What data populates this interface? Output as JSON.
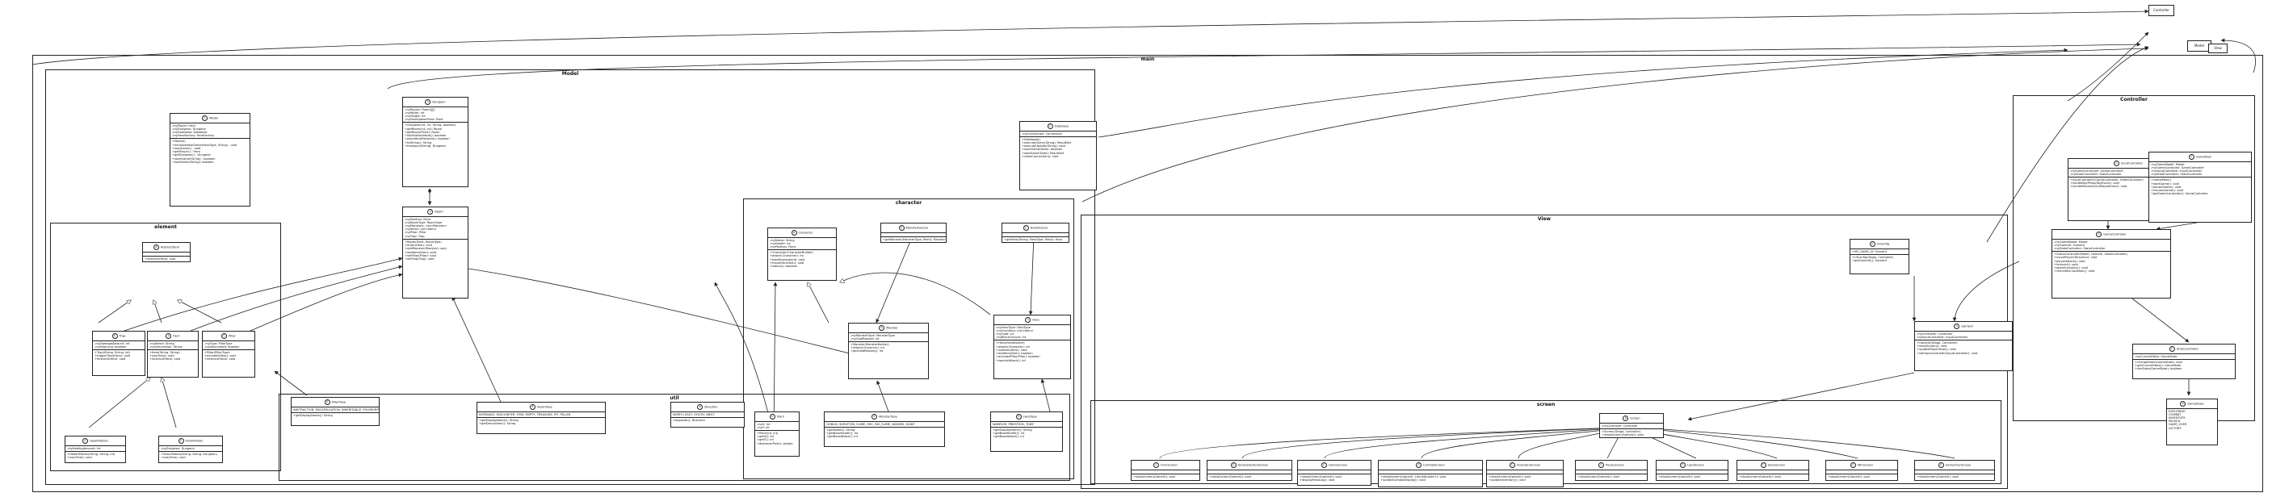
{
  "packages": [
    {
      "id": "pkg-main",
      "title": "main"
    },
    {
      "id": "pkg-model",
      "title": "Model"
    },
    {
      "id": "pkg-element",
      "title": "element"
    },
    {
      "id": "pkg-character",
      "title": "character"
    },
    {
      "id": "pkg-util",
      "title": "util"
    },
    {
      "id": "pkg-controller",
      "title": "Controller"
    },
    {
      "id": "pkg-view",
      "title": "View"
    },
    {
      "id": "pkg-screen",
      "title": "screen"
    }
  ],
  "classes": [
    {
      "id": "Model",
      "name": "Model",
      "kind": "C",
      "fields": [
        "-myPlayer: Hero",
        "-myDungeon: Dungeon",
        "-myDatabase: Database",
        "-myHeroFactory: HeroFactory"
      ],
      "methods": [
        "+Model()",
        "+initializeNewGame(HeroType, String) : void",
        "+loadGame() : void",
        "+getPlayer() : Hero",
        "+getDungeon() : Dungeon",
        "+saveGame(String) : boolean",
        "+loadGame(String): boolean"
      ]
    },
    {
      "id": "Dungeon",
      "name": "Dungeon",
      "kind": "C",
      "fields": [
        "-myRooms: Room[][]",
        "-myWidth: int",
        "-myHeight: int",
        "-myHeroSpawnPoint: Point"
      ],
      "methods": [
        "+Dungeon(int, int, String, boolean)",
        "+getRoom(int, int): Room",
        "+getRoom(Point): Room",
        "+isExitAttackable(): boolean",
        "+placeHeroRandom(): boolean",
        "+toString(): String",
        "+fromJson(String): Dungeon"
      ]
    },
    {
      "id": "Room",
      "name": "Room",
      "kind": "C",
      "fields": [
        "-myPosition: Point",
        "-myRoomType: RoomType",
        "-myMonsters: List<Monster>",
        "-myItems: List<Item>",
        "-myPillar: Pillar",
        "-myTrap: Trap"
      ],
      "methods": [
        "+Room(Point, RoomType)",
        "+enter(Hero): void",
        "+addMonster(Monster): void",
        "+addItem(Item): void",
        "+setPillar(Pillar): void",
        "+setTrap(Trap): void"
      ]
    },
    {
      "id": "Database",
      "name": "Database",
      "kind": "C",
      "fields": [
        "-myConnection: Connection"
      ],
      "methods": [
        "+Database()",
        "+executeQuery(String): ResultSet",
        "+executeUpdate(String): void",
        "+saveGame(Data): boolean",
        "+loadGame(Data): ResultSet",
        "+closeConnection(): void"
      ]
    },
    {
      "id": "AbstractItem",
      "name": "AbstractItem",
      "kind": "A",
      "fields": [],
      "methods": [
        "+interact(Hero): void"
      ]
    },
    {
      "id": "Trap",
      "name": "Trap",
      "kind": "C",
      "fields": [
        "-myDamageAmount: int",
        "-myIsSprung: boolean"
      ],
      "methods": [
        "+Trap(String, String, int)",
        "+triggerTrap(Hero): void",
        "+interact(Hero): void"
      ]
    },
    {
      "id": "Item",
      "name": "Item",
      "kind": "C",
      "fields": [
        "-myName: String",
        "-myDescription: String"
      ],
      "methods": [
        "+Item(String, String)",
        "+use(Hero): void",
        "+interact(Hero): void"
      ]
    },
    {
      "id": "Pillar",
      "name": "Pillar",
      "kind": "C",
      "fields": [
        "-myType: PillarType",
        "-myIsActivated: boolean"
      ],
      "methods": [
        "+Pillar(PillarType)",
        "+activate(Hero): void",
        "+interact(Hero): void"
      ]
    },
    {
      "id": "HealthPotion",
      "name": "HealthPotion",
      "kind": "C",
      "fields": [
        "-myHealingAmount: int"
      ],
      "methods": [
        "+HealthPotion(String, String, int)",
        "+use(Hero): void"
      ]
    },
    {
      "id": "VisionPotion",
      "name": "VisionPotion",
      "kind": "C",
      "fields": [
        "-myDungeon: Dungeon"
      ],
      "methods": [
        "+VisionPotion(String, String, Dungeon)",
        "+use(Hero): void"
      ]
    },
    {
      "id": "Character",
      "name": "Character",
      "kind": "A",
      "fields": [
        "-myName: String",
        "-myHealth: int",
        "-myPosition: Point"
      ],
      "methods": [
        "+Character(CharacterBuilder)",
        "+attack(Character): int",
        "+takeDamage(int): void",
        "+move(Direction): void",
        "+isAlive(): boolean"
      ]
    },
    {
      "id": "MonsterFactory",
      "name": "MonsterFactory",
      "kind": "C",
      "fields": [],
      "methods": [
        "+getMonster(MonsterType, Point): Monster"
      ]
    },
    {
      "id": "HeroFactory",
      "name": "HeroFactory",
      "kind": "C",
      "fields": [],
      "methods": [
        "+getHero(String, HeroType, Point): Hero"
      ]
    },
    {
      "id": "Monster",
      "name": "Monster",
      "kind": "C",
      "fields": [
        "-myMonsterType: MonsterType",
        "-myGoldReward: int"
      ],
      "methods": [
        "+Monster(MonsterBuilder)",
        "+attack(Character): int",
        "+getGoldReward(): int"
      ]
    },
    {
      "id": "Hero",
      "name": "Hero",
      "kind": "C",
      "fields": [
        "-myHeroType: HeroType",
        "-myInventory: List<Item>",
        "-myGold: int",
        "-myBlockChance: int"
      ],
      "methods": [
        "+Hero(HeroBuilder)",
        "+attack(Character): int",
        "+useItem(Item): void",
        "+addItem(Item): boolean",
        "+activatePillar(Pillar): boolean",
        "+specialAttack(): int"
      ]
    },
    {
      "id": "RoomType",
      "name": "RoomType",
      "kind": "E",
      "fields": [
        "ENTRANCE, ENCOUNTER, ITEM, EMPTY, TREASURE, PIT, PILLAR"
      ],
      "methods": [
        "+getDisplayName(): String",
        "+getDescription(): String"
      ]
    },
    {
      "id": "PillarType",
      "name": "PillarType",
      "kind": "E",
      "fields": [
        "ABSTRACTION, ENCAPSULATION, INHERITANCE, POLYMORPHISM"
      ],
      "methods": [
        "+getDisplayName(): String"
      ]
    },
    {
      "id": "Direction",
      "name": "Direction",
      "kind": "E",
      "fields": [
        "NORTH, EAST, SOUTH, WEST"
      ],
      "methods": [
        "+opposite(): Direction"
      ]
    },
    {
      "id": "Point",
      "name": "Point",
      "kind": "C",
      "fields": [
        "-myX: int",
        "-myY: int"
      ],
      "methods": [
        "+Point(int, int)",
        "+getX(): int",
        "+getY(): int",
        "+distance(Point): double"
      ]
    },
    {
      "id": "MonsterType",
      "name": "MonsterType",
      "kind": "E",
      "fields": [
        "GOBLIN, SKELETON, SLIME, ORC, BIG_SLIME, WIZARD, GIANT"
      ],
      "methods": [
        "+getName(): String",
        "+getBaseHealth(): int",
        "+getBaseAttack(): int"
      ]
    },
    {
      "id": "HeroType",
      "name": "HeroType",
      "kind": "E",
      "fields": [
        "WARRIOR, PRIESTESS, THIEF"
      ],
      "methods": [
        "+getDisplayName(): String",
        "+getBaseHealth(): int",
        "+getBaseAttack(): int"
      ]
    },
    {
      "id": "InputController",
      "name": "InputController",
      "kind": "C",
      "fields": [
        "-myGameController: GameController",
        "-myStateController: StateController"
      ],
      "methods": [
        "+InputController(GameController, StateController)",
        "+handleKeyPress(KeyEvent): void",
        "+handleMouseClick(MouseEvent): void"
      ]
    },
    {
      "id": "GameMain",
      "name": "GameMain",
      "kind": "C",
      "fields": [
        "-myGameModel: Model",
        "-myGameController: GameController",
        "-myInputController: InputController",
        "-myStateController: StateController"
      ],
      "methods": [
        "+GameMain()",
        "+startGame(): void",
        "+pauseGame(): void",
        "+resumeGame(): void",
        "+getGameController(): GameController"
      ]
    },
    {
      "id": "GameController",
      "name": "GameController",
      "kind": "C",
      "fields": [
        "-myGameModel: Model",
        "-myGameUI: GameUI",
        "-myStateController: StateController"
      ],
      "methods": [
        "+GameController(Model, GameUI, StateController)",
        "+movePlayer(Direction): void",
        "+playerAttack(): void",
        "+interact(): void",
        "+openInventory(): void",
        "+checkWinCondition(): void"
      ]
    },
    {
      "id": "StateController",
      "name": "StateController",
      "kind": "C",
      "fields": [
        "-myCurrentState: GameState"
      ],
      "methods": [
        "+changeState(GameState): void",
        "+getCurrentState(): GameState",
        "+isInState(GameState): boolean"
      ]
    },
    {
      "id": "GameState",
      "name": "GameState",
      "kind": "E",
      "fields": [
        "EXPLORING",
        "COMBAT",
        "INVENTORY",
        "PAUSED",
        "GAME_OVER",
        "VICTORY"
      ],
      "methods": []
    },
    {
      "id": "UIConfig",
      "name": "UIConfig",
      "kind": "C",
      "fields": [
        "+MY_GAME_UI: GameUI"
      ],
      "methods": [
        "+UIConfig(Stage, Controller)",
        "+getGameUI(): GameUI"
      ]
    },
    {
      "id": "GameUI",
      "name": "GameUI",
      "kind": "C",
      "fields": [
        "-myController: Controller",
        "-myInputController: InputController"
      ],
      "methods": [
        "+GameUI(Stage, Controller)",
        "+showScreen(): void",
        "+updatePlayerStats(): void",
        "+setInputController(InputController): void"
      ]
    },
    {
      "id": "Screen",
      "name": "Screen",
      "kind": "A",
      "fields": [
        "-myController: Controller"
      ],
      "methods": [
        "+Screen(Stage, Controller)",
        "+showScreen(GameUI): void"
      ]
    },
    {
      "id": "IntroScreen",
      "name": "IntroScreen",
      "kind": "C",
      "fields": [],
      "methods": [
        "+showScreen(GameUI): void"
      ]
    },
    {
      "id": "HeroSelectionScreen",
      "name": "HeroSelectionScreen",
      "kind": "C",
      "fields": [],
      "methods": [
        "+showScreen(GameUI): void"
      ]
    },
    {
      "id": "GameScreen",
      "name": "GameScreen",
      "kind": "C",
      "fields": [],
      "methods": [
        "+showScreen(GameUI): void",
        "+displayHeroLog(): void"
      ]
    },
    {
      "id": "CombatScreen",
      "name": "CombatScreen",
      "kind": "C",
      "fields": [],
      "methods": [
        "+showScreen(GameUI, List<Monster>): void",
        "+updateCombatDisplay(): void"
      ]
    },
    {
      "id": "InventoryScreen",
      "name": "InventoryScreen",
      "kind": "C",
      "fields": [],
      "methods": [
        "+showScreen(GameUI): void",
        "+updateInventory(): void"
      ]
    },
    {
      "id": "PauseScreen",
      "name": "PauseScreen",
      "kind": "C",
      "fields": [],
      "methods": [
        "+showScreen(GameUI): void"
      ]
    },
    {
      "id": "LoadScreen",
      "name": "LoadScreen",
      "kind": "C",
      "fields": [],
      "methods": [
        "+showScreen(GameUI): void"
      ]
    },
    {
      "id": "SaveScreen",
      "name": "SaveScreen",
      "kind": "C",
      "fields": [],
      "methods": [
        "+showScreen(GameUI): void"
      ]
    },
    {
      "id": "WinScreen",
      "name": "WinScreen",
      "kind": "C",
      "fields": [],
      "methods": [
        "+showScreen(GameUI): void"
      ]
    },
    {
      "id": "GameOverScreen",
      "name": "GameOverScreen",
      "kind": "C",
      "fields": [],
      "methods": [
        "+showScreen(GameUI): void"
      ]
    }
  ],
  "legend": {
    "top": "Controller",
    "mid": "Model",
    "bot": "View"
  }
}
